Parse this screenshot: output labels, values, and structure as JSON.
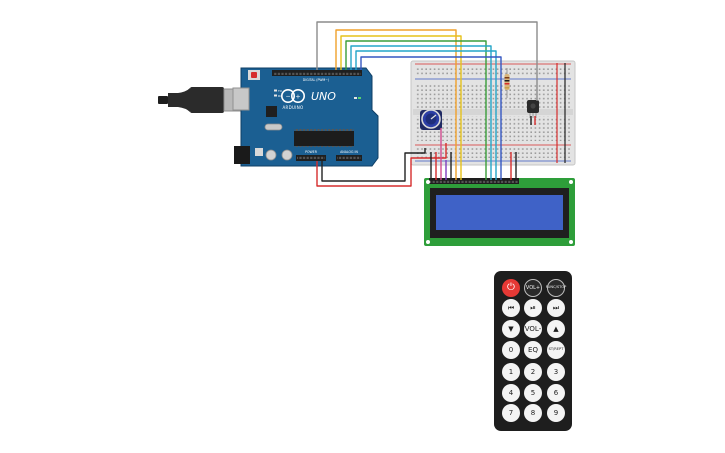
{
  "arduino": {
    "brand": "ARDUINO",
    "model": "UNO",
    "digital_label": "DIGITAL (PWM~)",
    "power_label": "POWER",
    "analog_label": "ANALOG IN",
    "tx_label": "TX",
    "rx_label": "RX",
    "board_color": "#1b5f92"
  },
  "remote": {
    "buttons": [
      {
        "name": "power",
        "label": "⏻",
        "style": "power"
      },
      {
        "name": "vol-plus",
        "label": "VOL+",
        "style": "dark"
      },
      {
        "name": "func-stop",
        "label": "FUNC/STOP",
        "style": "dark tiny"
      },
      {
        "name": "previous",
        "label": "⏮",
        "style": "light"
      },
      {
        "name": "play-pause",
        "label": "⏯",
        "style": "light"
      },
      {
        "name": "next",
        "label": "⏭",
        "style": "light"
      },
      {
        "name": "down",
        "label": "▼",
        "style": "light"
      },
      {
        "name": "vol-minus",
        "label": "VOL-",
        "style": "light"
      },
      {
        "name": "up",
        "label": "▲",
        "style": "light"
      },
      {
        "name": "0",
        "label": "0",
        "style": "light"
      },
      {
        "name": "eq",
        "label": "EQ",
        "style": "light"
      },
      {
        "name": "st-rept",
        "label": "ST/REPT",
        "style": "light tiny"
      },
      {
        "name": "1",
        "label": "1",
        "style": "light"
      },
      {
        "name": "2",
        "label": "2",
        "style": "light"
      },
      {
        "name": "3",
        "label": "3",
        "style": "light"
      },
      {
        "name": "4",
        "label": "4",
        "style": "light"
      },
      {
        "name": "5",
        "label": "5",
        "style": "light"
      },
      {
        "name": "6",
        "label": "6",
        "style": "light"
      },
      {
        "name": "7",
        "label": "7",
        "style": "light"
      },
      {
        "name": "8",
        "label": "8",
        "style": "light"
      },
      {
        "name": "9",
        "label": "9",
        "style": "light"
      }
    ]
  },
  "colors": {
    "lcd_pcb": "#2e9e3a",
    "lcd_screen": "#3f62c7",
    "wire_red": "#d62d2d",
    "wire_black": "#222222",
    "wire_gray": "#8c8c8c",
    "wire_orange": "#f0a12b",
    "wire_yellow": "#e6c21a",
    "wire_green": "#3a9d3a",
    "wire_cyan": "#24a6c8",
    "wire_blue": "#3557c2",
    "wire_purple": "#7f3fbf",
    "wire_pink": "#d14c8e"
  }
}
